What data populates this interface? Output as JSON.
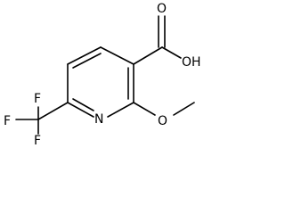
{
  "molecule": {
    "atom_labels": {
      "carboxyl_oxygen": "O",
      "hydroxyl": "OH",
      "ring_nitrogen": "N",
      "methoxy_oxygen": "O",
      "fluorine_top": "F",
      "fluorine_left": "F",
      "fluorine_bottom": "F"
    }
  }
}
